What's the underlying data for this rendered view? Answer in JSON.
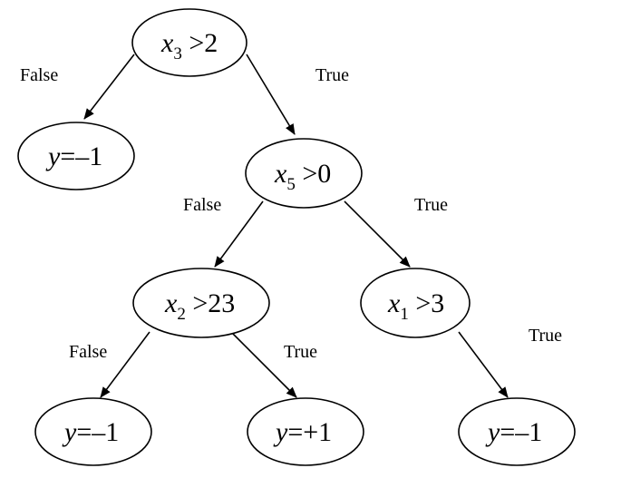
{
  "nodes": {
    "root": {
      "var": "x",
      "sub": "3",
      "rest": " >2"
    },
    "left1": {
      "var": "y",
      "rest": "=–1"
    },
    "right1": {
      "var": "x",
      "sub": "5",
      "rest": " >0"
    },
    "n_x2": {
      "var": "x",
      "sub": "2",
      "rest": " >23"
    },
    "n_x1": {
      "var": "x",
      "sub": "1",
      "rest": " >3"
    },
    "leafA": {
      "var": "y",
      "rest": "=–1"
    },
    "leafB": {
      "var": "y",
      "rest": "=+1"
    },
    "leafC": {
      "var": "y",
      "rest": "=–1"
    }
  },
  "edges": {
    "root_false": "False",
    "root_true": "True",
    "x5_false": "False",
    "x5_true": "True",
    "x2_false": "False",
    "x2_true": "True",
    "x1_true": "True"
  }
}
